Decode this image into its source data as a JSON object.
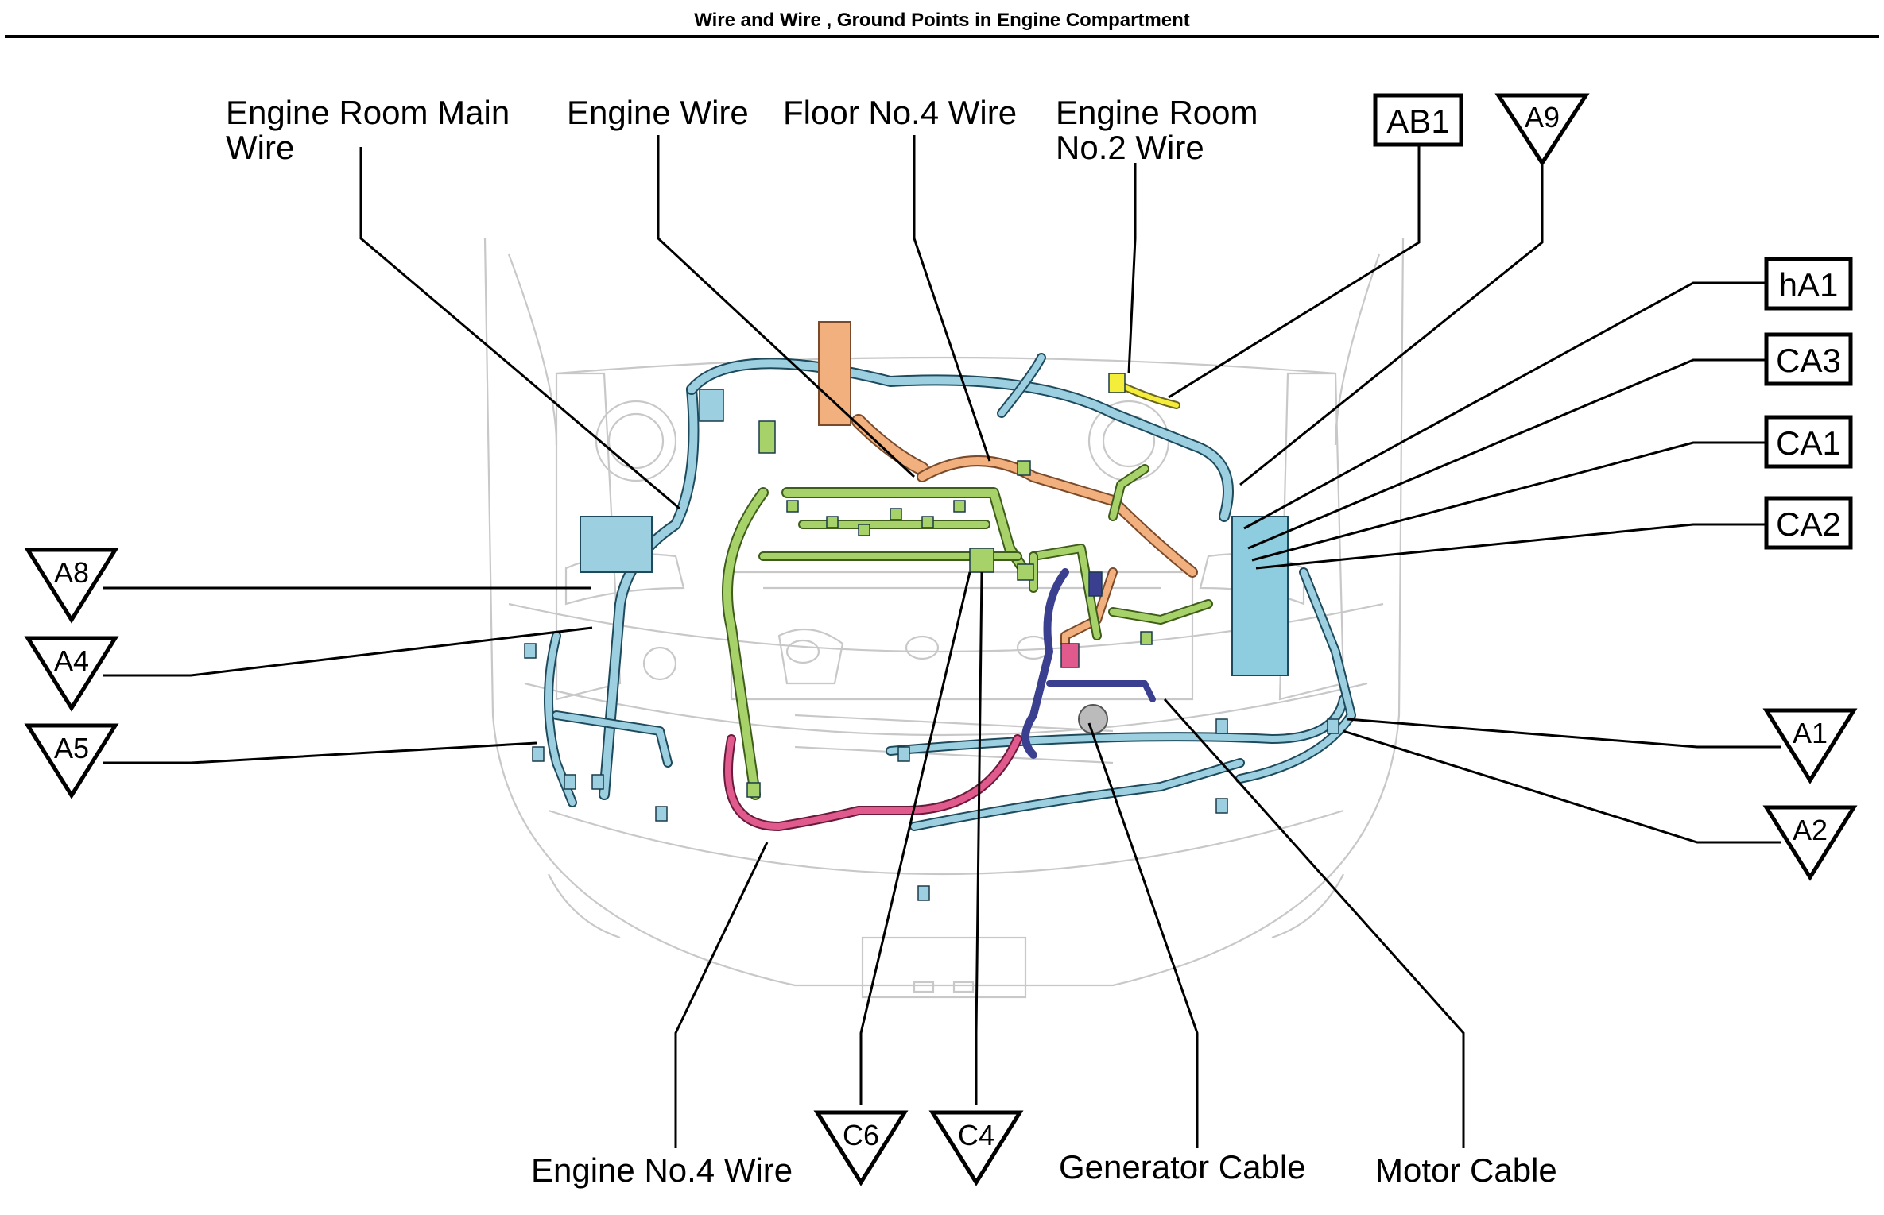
{
  "page": {
    "title": "Wire and Wire , Ground Points in Engine Compartment"
  },
  "colors": {
    "engine_room_main": "#9ccfe0",
    "engine_wire": "#a7d26a",
    "floor_no4": "#f2b07e",
    "engine_room_no2": "#f4ee3a",
    "engine_no4": "#e05a8d",
    "motor_cable": "#3a3f8f",
    "ecu_box": "#8ecde0"
  },
  "wire_labels": {
    "engine_room_main_line1": "Engine Room Main",
    "engine_room_main_line2": "Wire",
    "engine_wire": "Engine Wire",
    "floor_no4": "Floor No.4 Wire",
    "engine_room_no2_line1": "Engine Room",
    "engine_room_no2_line2": "No.2 Wire",
    "engine_no4": "Engine No.4 Wire",
    "generator_cable": "Generator Cable",
    "motor_cable": "Motor Cable"
  },
  "connector_codes": {
    "ab1": "AB1",
    "ha1": "hA1",
    "ca3": "CA3",
    "ca1": "CA1",
    "ca2": "CA2"
  },
  "ground_points": {
    "a9": "A9",
    "a8": "A8",
    "a4": "A4",
    "a5": "A5",
    "a1": "A1",
    "a2": "A2",
    "c6": "C6",
    "c4": "C4"
  }
}
